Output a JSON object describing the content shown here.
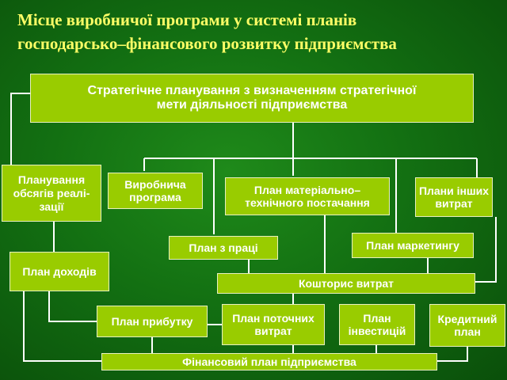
{
  "title": "Місце виробничої програми у системі планів\nгосподарсько–фінансового розвитку підприємства",
  "boxes": {
    "strategic": "Стратегічне планування з визначенням стратегічної\nмети діяльності підприємства",
    "sales_volume": "Планування обсягів реалі-\nзації",
    "production_program": "Виробнича програма",
    "material_supply": "План матеріально–технічного постачання",
    "other_costs": "Плани інших витрат",
    "labor": "План з праці",
    "marketing": "План маркетингу",
    "income": "План доходів",
    "cost_estimate": "Кошторис витрат",
    "profit": "План прибутку",
    "current_costs": "План поточних витрат",
    "investment": "План інвестицій",
    "credit": "Кредитний план",
    "financial": "Фінансовий план підприємства"
  }
}
